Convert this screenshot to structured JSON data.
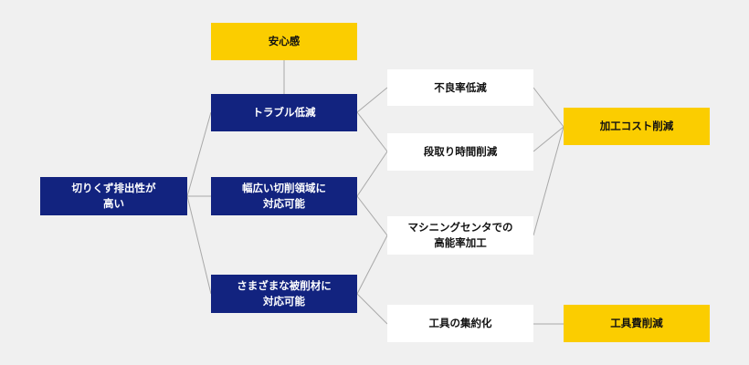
{
  "colors": {
    "navy": "#12237f",
    "gold": "#fbcd00",
    "white": "#ffffff",
    "line": "#a8a8a8",
    "background": "#f0f0f0"
  },
  "nodes": {
    "root": "切りくず排出性が\n高い",
    "anshin": "安心感",
    "trouble": "トラブル低減",
    "wide": "幅広い切削領域に\n対応可能",
    "various": "さまざまな被削材に\n対応可能",
    "defect": "不良率低減",
    "setup": "段取り時間削減",
    "mc": "マシニングセンタでの\n高能率加工",
    "tool": "工具の集約化",
    "cost": "加工コスト削減",
    "toolcost": "工具費削減"
  }
}
